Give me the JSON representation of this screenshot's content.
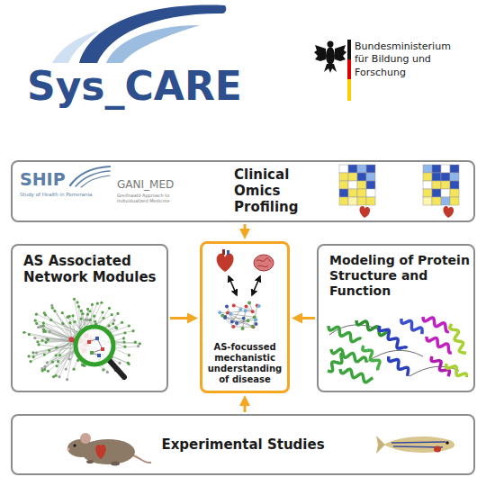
{
  "diagram": {
    "title": "Sys_CARE",
    "nodes": [
      {
        "text": [
          "Clinical Omics Profiling"
        ]
      },
      {
        "text": [
          "AS Associated Network Modules"
        ]
      },
      {
        "text": [
          "AS-focussed mechanistic understanding of disease"
        ]
      },
      {
        "text": [
          "Modeling of Protein Structure and Function"
        ]
      },
      {
        "text": [
          "Experimental Studies"
        ]
      }
    ],
    "edges": [
      {
        "from": 0,
        "to": 2,
        "arrow": "to"
      },
      {
        "from": 1,
        "to": 2,
        "arrow": "to"
      },
      {
        "from": 3,
        "to": 2,
        "arrow": "to"
      },
      {
        "from": 4,
        "to": 2,
        "arrow": "to"
      }
    ],
    "labels": [
      "Bundesministerium für Bildung und Forschung",
      "SHIP",
      "Study of Health in Pomerania",
      "GANI_MED",
      "Greifswald Approach to Individualized Medicine"
    ]
  }
}
